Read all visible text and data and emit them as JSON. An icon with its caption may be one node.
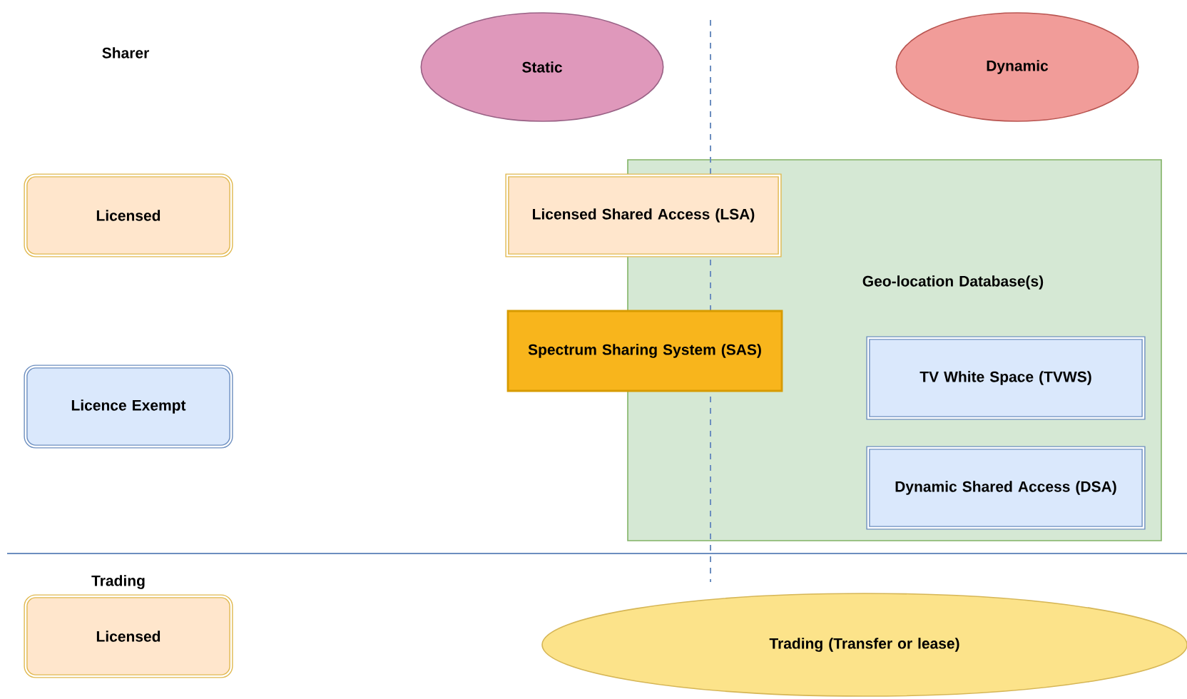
{
  "diagram": {
    "nodes": [
      {
        "text": [
          "Static"
        ]
      },
      {
        "text": [
          "Dynamic"
        ]
      },
      {
        "text": [
          "Licensed"
        ]
      },
      {
        "text": [
          "Licensed Shared Access (LSA)"
        ]
      },
      {
        "text": [
          "Geo-location Database(s)"
        ]
      },
      {
        "text": [
          "Spectrum Sharing System (SAS)"
        ]
      },
      {
        "text": [
          "Licence Exempt"
        ]
      },
      {
        "text": [
          "TV White Space (TVWS)"
        ],
        "in": 4
      },
      {
        "text": [
          "Dynamic Shared Access (DSA)"
        ],
        "in": 4
      },
      {
        "text": [
          "Licensed"
        ]
      },
      {
        "text": [
          "Trading (Transfer or lease)"
        ]
      }
    ],
    "labels": [
      "Sharer",
      "Trading"
    ]
  }
}
